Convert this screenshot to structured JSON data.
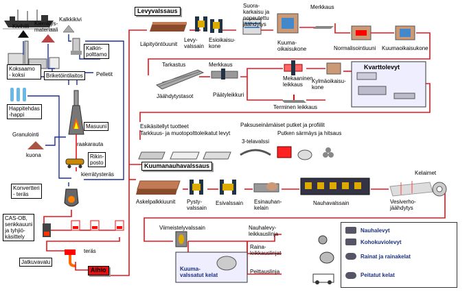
{
  "left_chain": {
    "kivihiili": "Kivihiili",
    "kierratysmateriaali": "Kierrätys-\nmateriaali",
    "kalkkikivi": "Kalkkikivi",
    "koksaamo": "Koksaamo\n- koksi",
    "briketointi": "Briketöintilaitos",
    "kalkinpolttamo": "Kalkin-\npolttamo",
    "pelletit": "Pelletit",
    "happitehdas": "Happitehdas\n-happi",
    "granulointi": "Granulointi",
    "kuona": "kuona",
    "masuuni": "Masuuni",
    "raakarauta": "raakarauta",
    "rikinpoisto": "Rikin-\nposto",
    "kierratysteras": "kierrätysteräs",
    "konvertteri": "Konvertteri\n- teräs",
    "cas_ob": "CAS-OB,\nsenkkauuni\nja tyhjiö-\nkäsittely",
    "teras": "teräs",
    "jatkuvavalu": "Jatkuvavalu",
    "aihio": "Aihio"
  },
  "levyvalssaus": {
    "title": "Levyvalssaus",
    "lapityontouunit": "Läpityöntöuunit",
    "levyvalssain": "Levy-\nvalssain",
    "esioikaisukone": "Esioikaisu-\nkone",
    "suorakarkaisu": "Suora-\nkarkaisu ja\nnopeutettu\njäähdytys",
    "kuumaoikaisukone": "Kuuma-\noikaisukone",
    "merkkaus1": "Merkkaus",
    "normalisointiuuni": "Normalisointiuuni",
    "kuumaoikaisukone2": "Kuumaoikaisukone",
    "tarkastus": "Tarkastus",
    "merkkaus2": "Merkkaus",
    "jaahdytystasot": "Jäähdytystasot",
    "paatyleikkuri": "Päätyleikkuri",
    "mekaaninen": "Mekaaninen\nleikkaus",
    "kylmaoikaisukone": "Kylmäoikaisu-\nkone",
    "kvarttolevyt": "Kvarttolevyt",
    "terminen": "Terminen leikkaus",
    "esikasitellyt": "Esikäsitellyt tuotteet",
    "tarkkuus": "Tarkkuus- ja muotopolttoleikatut levyt",
    "paksuseinaiset": "Paksuseinämäiset putket ja profiilit",
    "telavalssi": "3-telavalssi",
    "putken_sarmays": "Putken särmäys ja hitsaus"
  },
  "kuumanauha": {
    "title": "Kuumanauhavalssaus",
    "askelpalkkiuunit": "Askelpalkkiuunit",
    "pystyvalssain": "Pysty-\nvalssain",
    "esivalssain": "Esivalssain",
    "esinauhankelain": "Esinauhan-\nkelain",
    "nauhavalssain": "Nauhavalssain",
    "vesiverho": "Vesiverho-\njäähdytys",
    "kelaimet": "Kelaimet",
    "viimeistelyvalssain": "Viimeistelyvalssain",
    "nauhalevyleikkauslinja": "Nauhalevy-\nleikkauslinja",
    "rainaleikkauslinjat": "Raina-\nleikkauslinjat",
    "peittauslinja": "Peittauslinja",
    "kuumavalssatut": "Kuuma-\nvalssatut kelat"
  },
  "legend": {
    "nauhalevyt": "Nauhalevyt",
    "kohokuviolevyt": "Kohokuviolevyt",
    "rainat": "Rainat ja rainakelat",
    "peitatut": "Peitatut kelat"
  },
  "colors": {
    "flow_red": "#e8141b",
    "flow_blue": "#1a2f9a",
    "product_blue": "#1a2f80",
    "aihio_red": "#e01010"
  }
}
